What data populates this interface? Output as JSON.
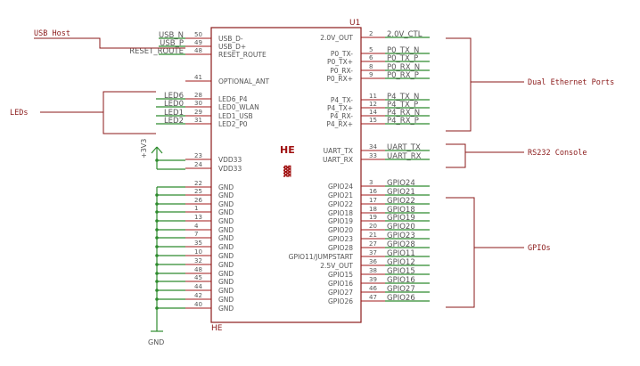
{
  "chip": {
    "refdes": "U1",
    "value": "HE",
    "name_bottom": "HE",
    "center_glyph": "▓"
  },
  "left_pins": [
    {
      "num": "50",
      "name": "USB_D-",
      "net": "USB_N"
    },
    {
      "num": "49",
      "name": "USB_D+",
      "net": "USB_P"
    },
    {
      "num": "48",
      "name": "RESET_ROUTE",
      "net": "RESET_ROUTE"
    },
    {
      "num": "41",
      "name": "OPTIONAL_ANT",
      "net": ""
    },
    {
      "num": "28",
      "name": "LED6_P4",
      "net": "LED6"
    },
    {
      "num": "30",
      "name": "LED0_WLAN",
      "net": "LED0"
    },
    {
      "num": "29",
      "name": "LED1_USB",
      "net": "LED1"
    },
    {
      "num": "31",
      "name": "LED2_P0",
      "net": "LED2"
    },
    {
      "num": "23",
      "name": "VDD33",
      "net": ""
    },
    {
      "num": "24",
      "name": "VDD33",
      "net": ""
    },
    {
      "num": "22",
      "name": "GND",
      "net": ""
    },
    {
      "num": "25",
      "name": "GND",
      "net": ""
    },
    {
      "num": "26",
      "name": "GND",
      "net": ""
    },
    {
      "num": "1",
      "name": "GND",
      "net": ""
    },
    {
      "num": "13",
      "name": "GND",
      "net": ""
    },
    {
      "num": "4",
      "name": "GND",
      "net": ""
    },
    {
      "num": "7",
      "name": "GND",
      "net": ""
    },
    {
      "num": "35",
      "name": "GND",
      "net": ""
    },
    {
      "num": "10",
      "name": "GND",
      "net": ""
    },
    {
      "num": "32",
      "name": "GND",
      "net": ""
    },
    {
      "num": "48",
      "name": "GND",
      "net": ""
    },
    {
      "num": "45",
      "name": "GND",
      "net": ""
    },
    {
      "num": "44",
      "name": "GND",
      "net": ""
    },
    {
      "num": "42",
      "name": "GND",
      "net": ""
    },
    {
      "num": "40",
      "name": "GND",
      "net": ""
    }
  ],
  "right_pins": [
    {
      "num": "2",
      "name": "2.0V_OUT",
      "net": "2.0V_CTL"
    },
    {
      "num": "5",
      "name": "P0_TX-",
      "net": "P0_TX_N"
    },
    {
      "num": "6",
      "name": "P0_TX+",
      "net": "P0_TX_P"
    },
    {
      "num": "8",
      "name": "P0_RX-",
      "net": "P0_RX_N"
    },
    {
      "num": "9",
      "name": "P0_RX+",
      "net": "P0_RX_P"
    },
    {
      "num": "11",
      "name": "P4_TX-",
      "net": "P4_TX_N"
    },
    {
      "num": "12",
      "name": "P4_TX+",
      "net": "P4_TX_P"
    },
    {
      "num": "14",
      "name": "P4_RX-",
      "net": "P4_RX_N"
    },
    {
      "num": "15",
      "name": "P4_RX+",
      "net": "P4_RX_P"
    },
    {
      "num": "34",
      "name": "UART_TX",
      "net": "UART_TX"
    },
    {
      "num": "33",
      "name": "UART_RX",
      "net": "UART_RX"
    },
    {
      "num": "3",
      "name": "GPIO24",
      "net": "GPIO24"
    },
    {
      "num": "16",
      "name": "GPIO21",
      "net": "GPIO21"
    },
    {
      "num": "17",
      "name": "GPIO22",
      "net": "GPIO22"
    },
    {
      "num": "18",
      "name": "GPIO18",
      "net": "GPIO18"
    },
    {
      "num": "19",
      "name": "GPIO19",
      "net": "GPIO19"
    },
    {
      "num": "20",
      "name": "GPIO20",
      "net": "GPIO20"
    },
    {
      "num": "21",
      "name": "GPIO23",
      "net": "GPIO23"
    },
    {
      "num": "27",
      "name": "GPIO28",
      "net": "GPIO28"
    },
    {
      "num": "37",
      "name": "GPIO11/JUMPSTART",
      "net": "GPIO11"
    },
    {
      "num": "36",
      "name": "2.5V_OUT",
      "net": "GPIO12"
    },
    {
      "num": "38",
      "name": "GPIO15",
      "net": "GPIO15"
    },
    {
      "num": "39",
      "name": "GPIO16",
      "net": "GPIO16"
    },
    {
      "num": "46",
      "name": "GPIO27",
      "net": "GPIO27"
    },
    {
      "num": "47",
      "name": "GPIO26",
      "net": "GPIO26"
    }
  ],
  "power": {
    "label": "+3V3",
    "ground_label": "GND"
  },
  "annotations": {
    "usb_host": "USB Host",
    "leds": "LEDs",
    "dual_ethernet": "Dual Ethernet Ports",
    "rs232": "RS232 Console",
    "gpios": "GPIOs"
  },
  "colors": {
    "border": "#8b1a1a",
    "wire": "#2e8b2e",
    "text": "#555555"
  }
}
